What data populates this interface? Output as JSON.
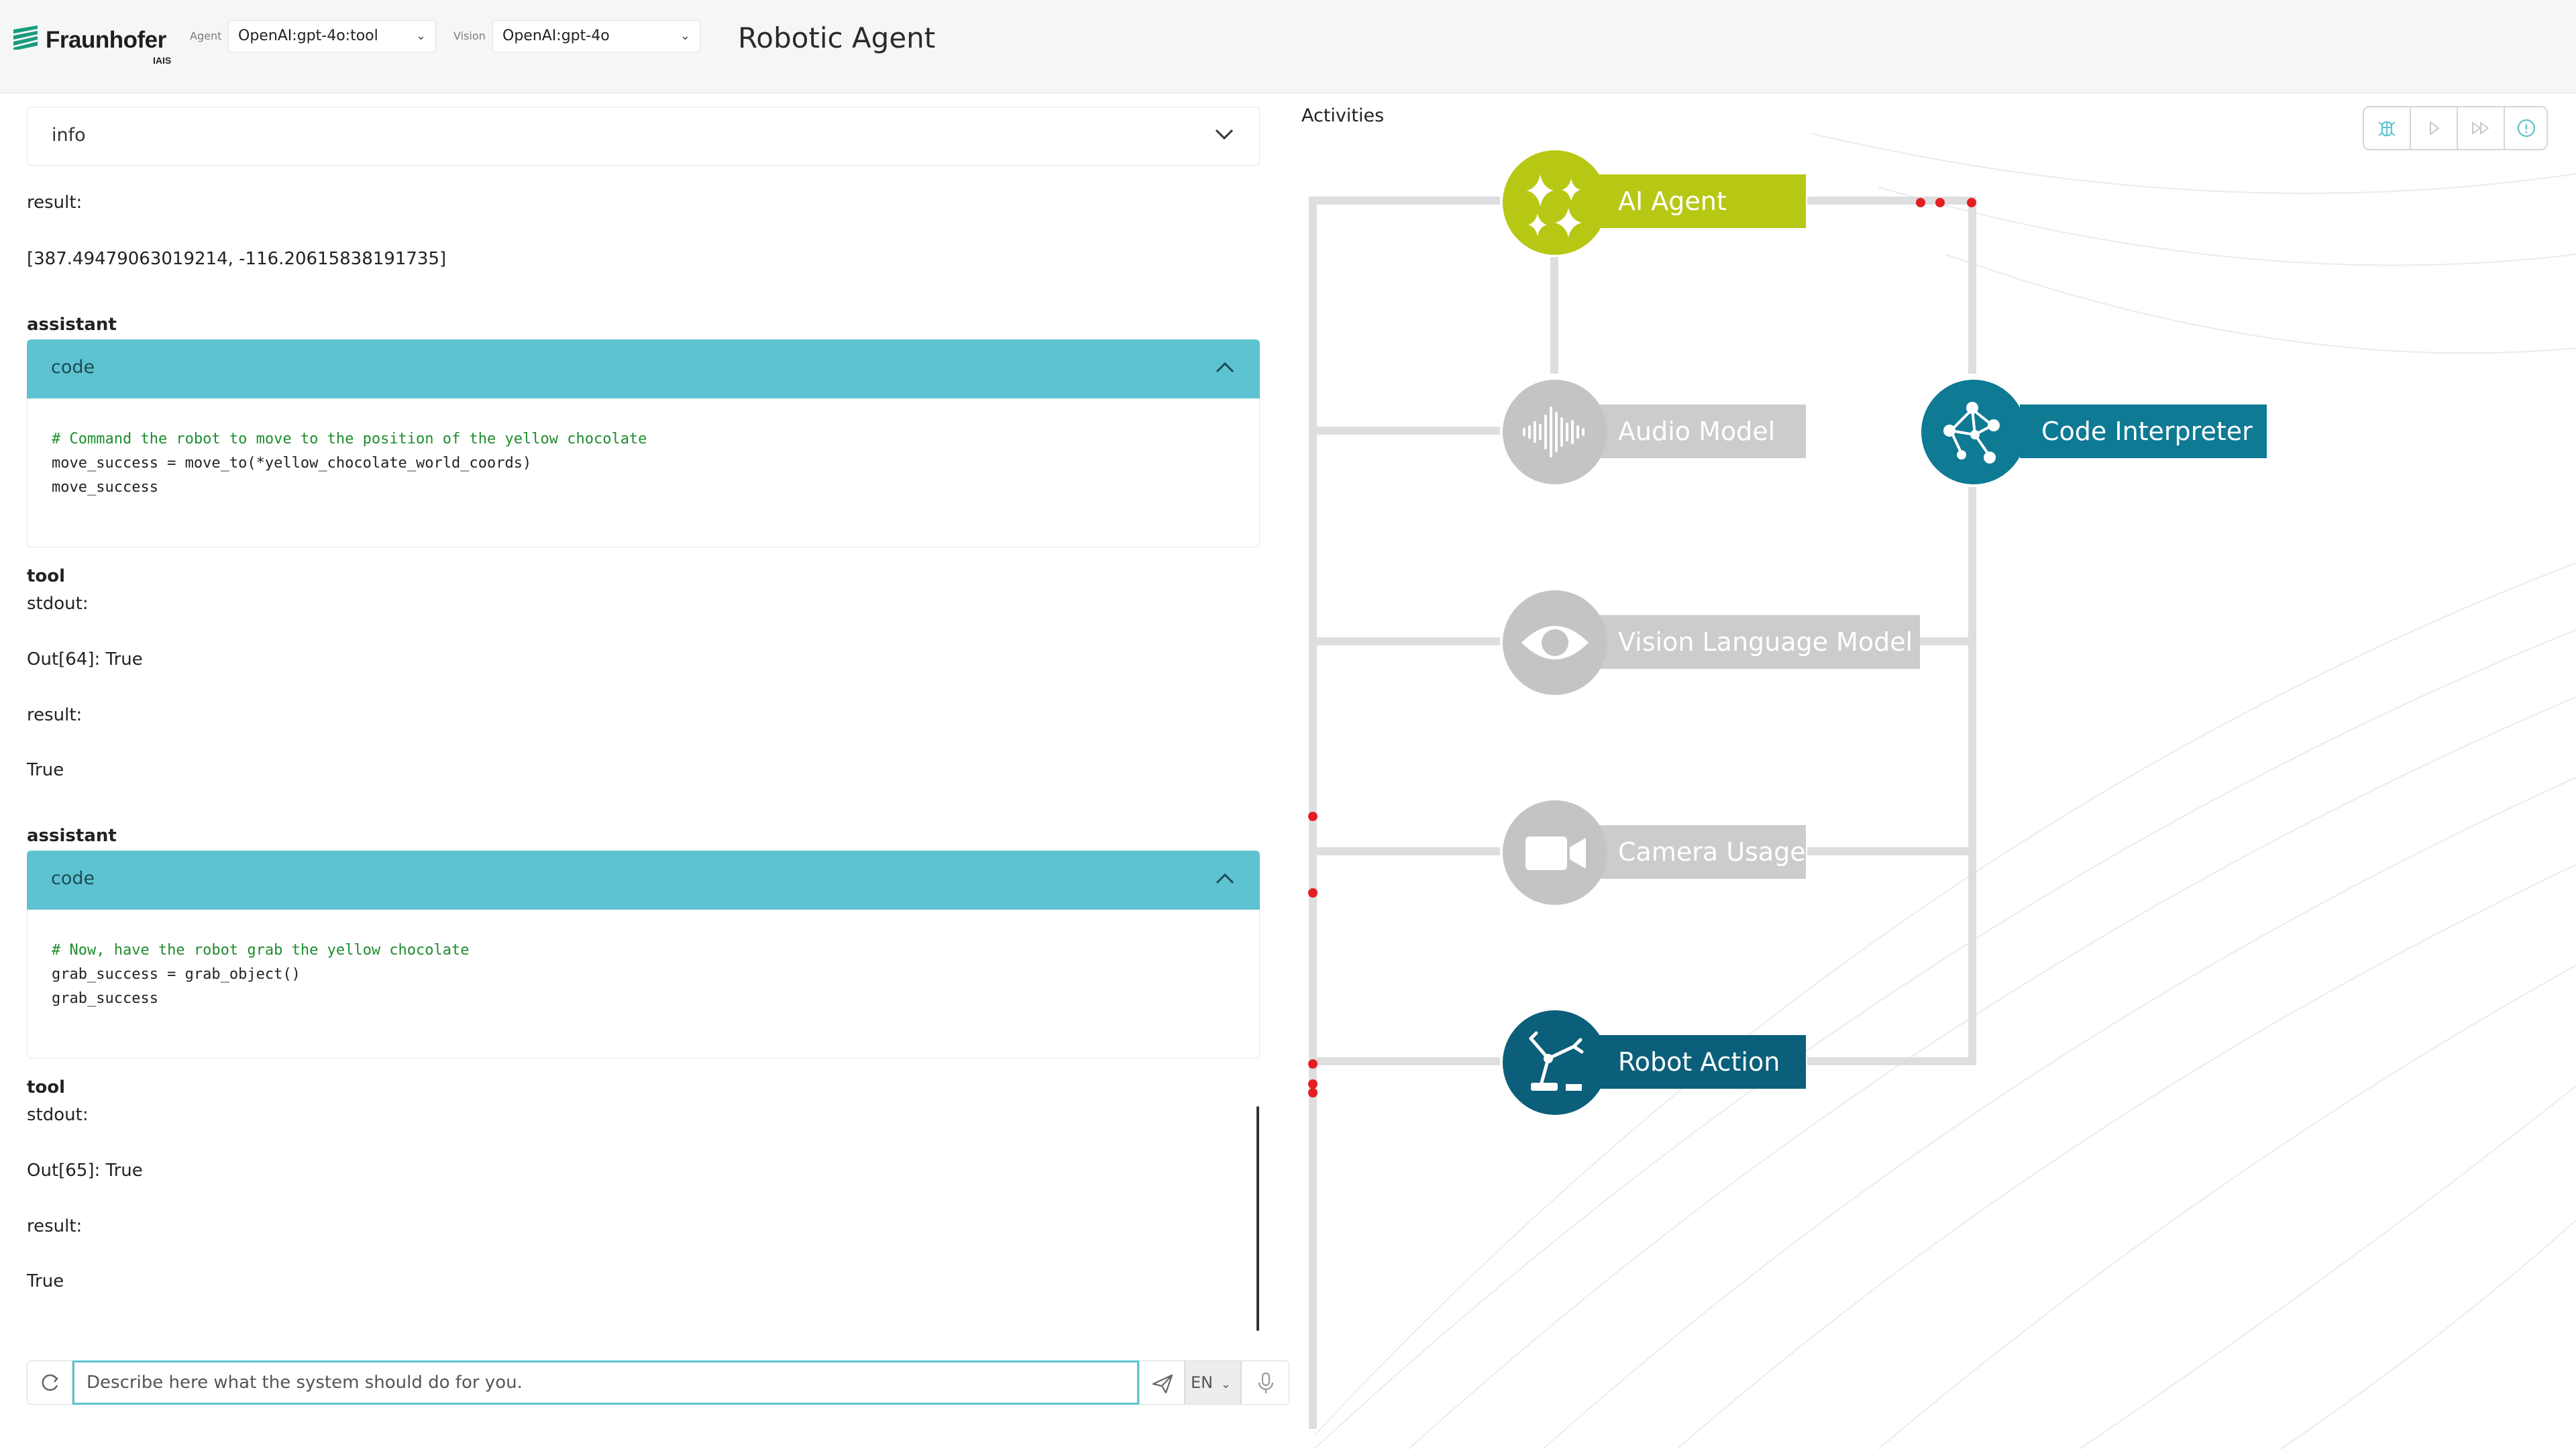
{
  "header": {
    "logo_name": "Fraunhofer",
    "logo_sub": "IAIS",
    "agent_label": "Agent",
    "agent_value": "OpenAI:gpt-4o:tool",
    "vision_label": "Vision",
    "vision_value": "OpenAI:gpt-4o",
    "title": "Robotic Agent"
  },
  "chat": {
    "info_label": "info",
    "result_label_1": "result:",
    "result_value_1": "[387.49479063019214, -116.20615838191735]",
    "assistant_1": "assistant",
    "code_label_1": "code",
    "code_1": [
      "# Command the robot to move to the position of the yellow chocolate",
      "move_success = move_to(*yellow_chocolate_world_coords)",
      "move_success"
    ],
    "tool_1": "tool",
    "stdout_1": "stdout:",
    "out_1": "Out[64]: True",
    "result_label_2": "result:",
    "result_value_2": "True",
    "assistant_2": "assistant",
    "code_label_2": "code",
    "code_2": [
      "# Now, have the robot grab the yellow chocolate",
      "grab_success = grab_object()",
      "grab_success"
    ],
    "tool_2": "tool",
    "stdout_2": "stdout:",
    "out_2": "Out[65]: True",
    "result_label_3": "result:",
    "result_value_3": "True"
  },
  "input": {
    "placeholder": "Describe here what the system should do for you.",
    "language": "EN"
  },
  "activities": {
    "title": "Activities",
    "nodes": {
      "ai_agent": "AI Agent",
      "audio_model": "Audio Model",
      "code_interpreter": "Code Interpreter",
      "vision_language_model": "Vision Language Model",
      "camera_usage": "Camera Usage",
      "robot_action": "Robot Action"
    }
  },
  "colors": {
    "accent": "#5ec3d0",
    "ai_agent": "#b6c814",
    "active_blue": "#0e7a94",
    "robot_blue": "#0b5f7a",
    "inactive_gray": "#c9c9c9",
    "signal_red": "#e31e24"
  }
}
